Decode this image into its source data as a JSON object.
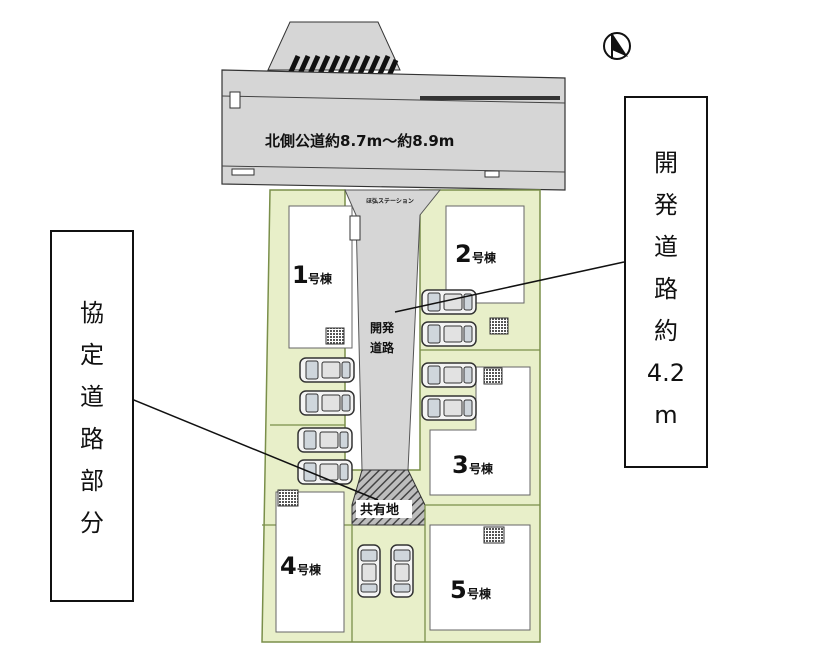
{
  "road": {
    "label": "北側公道約8.7m～約8.9m",
    "station_label": "ほ弘ステーション"
  },
  "lots": [
    {
      "num": "1",
      "suffix": "号棟"
    },
    {
      "num": "2",
      "suffix": "号棟"
    },
    {
      "num": "3",
      "suffix": "号棟"
    },
    {
      "num": "4",
      "suffix": "号棟"
    },
    {
      "num": "5",
      "suffix": "号棟"
    }
  ],
  "dev_road": {
    "line1": "開発",
    "line2": "道路"
  },
  "common_land": "共有地",
  "callout_right": [
    "開",
    "発",
    "道",
    "路",
    "約",
    "4.2",
    "m"
  ],
  "callout_left": [
    "協",
    "定",
    "道",
    "路",
    "部",
    "分"
  ],
  "colors": {
    "lot_fill": "#e8efc9",
    "lot_edge": "#7a8f4a",
    "road_fill": "#d6d6d6",
    "common_hatch": "#555555"
  },
  "icons": {
    "north": "north-arrow-icon",
    "car": "car-icon"
  }
}
